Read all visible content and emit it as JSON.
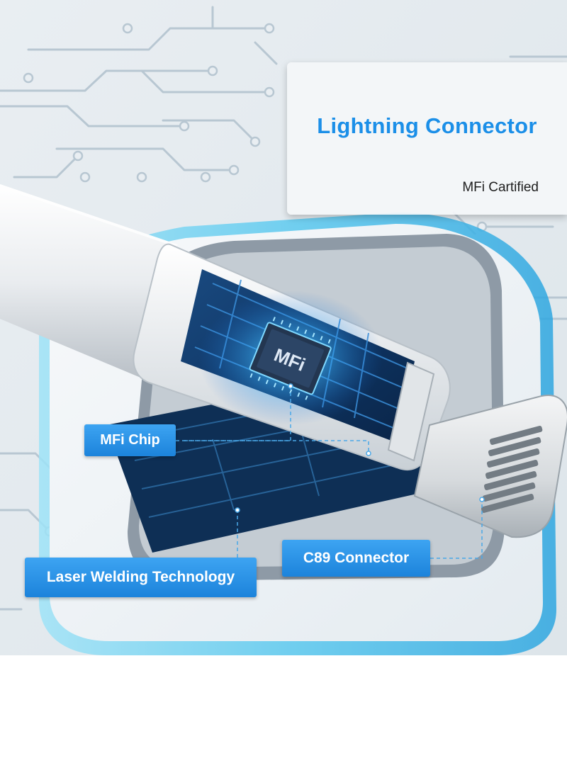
{
  "card": {
    "title": "Lightning Connector",
    "subtitle": "MFi Cartified"
  },
  "chip_marking": "MFi",
  "callouts": {
    "mfi_chip": "MFi Chip",
    "c89_connector": "C89 Connector",
    "laser_welding": "Laser Welding Technology"
  },
  "colors": {
    "accent_blue": "#1b8fe8",
    "label_blue": "#2a92e6",
    "circuit_line": "#b9c8d3",
    "glow": "#4fd3ff",
    "chip_dark": "#0d2c52"
  }
}
